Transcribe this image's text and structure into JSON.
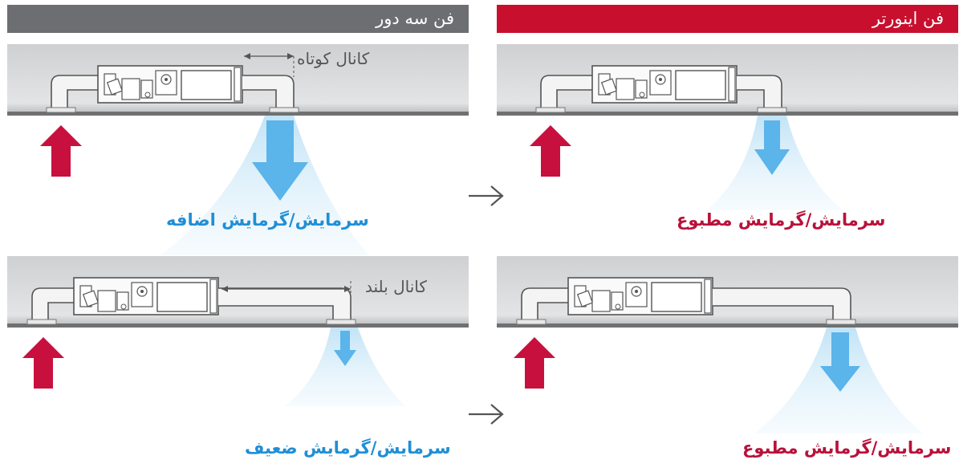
{
  "headers": {
    "left": "فن سه دور",
    "right": "فن اینورتر"
  },
  "panels": {
    "top_left": {
      "channel_label": "کانال کوتاه",
      "result_label": "سرمایش/گرمایش اضافه"
    },
    "top_right": {
      "result_label": "سرمایش/گرمایش مطبوع"
    },
    "bottom_left": {
      "channel_label": "کانال بلند",
      "result_label": "سرمایش/گرمایش ضعیف"
    },
    "bottom_right": {
      "result_label": "سرمایش/گرمایش مطبوع"
    }
  },
  "colors": {
    "ceiling": "#d4d5d7",
    "intake_arrow": "#c8103e",
    "supply_arrow": "#5bb4ea",
    "accent_red": "#c8102e",
    "header_gray": "#6d6e71",
    "blue_text": "#1f8fd6",
    "red_text": "#b8123a"
  }
}
